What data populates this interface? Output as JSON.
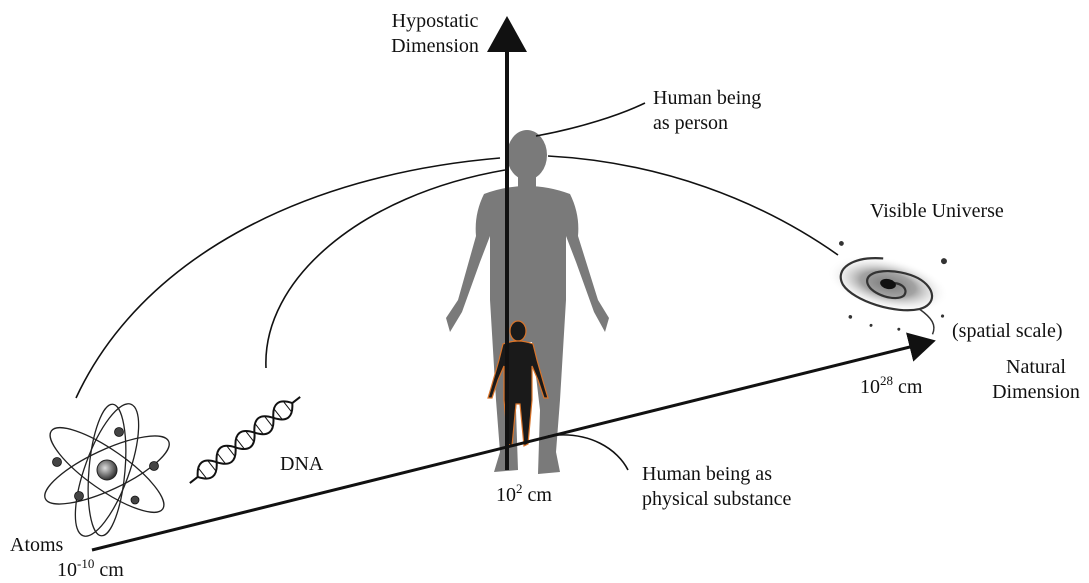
{
  "labels": {
    "hypostatic_line1": "Hypostatic",
    "hypostatic_line2": "Dimension",
    "person_line1": "Human being",
    "person_line2": "as person",
    "universe": "Visible Universe",
    "spatial_scale": "(spatial scale)",
    "natural_line1": "Natural",
    "natural_line2": "Dimension",
    "dna": "DNA",
    "substance_line1": "Human being as",
    "substance_line2": "physical substance",
    "atoms": "Atoms"
  },
  "scales": {
    "human": {
      "base": "10",
      "exp": "2",
      "unit": "cm"
    },
    "universe": {
      "base": "10",
      "exp": "28",
      "unit": "cm"
    },
    "atoms": {
      "base": "10",
      "exp": "-10",
      "unit": "cm"
    }
  },
  "colors": {
    "line": "#111111",
    "silhouette_large": "#7a7a7a",
    "silhouette_small": "#1a1a1a",
    "silhouette_glow": "#d9742a",
    "galaxy": "#555555"
  },
  "icons": [
    "atom-icon",
    "dna-helix-icon",
    "human-silhouette-icon",
    "galaxy-icon"
  ]
}
